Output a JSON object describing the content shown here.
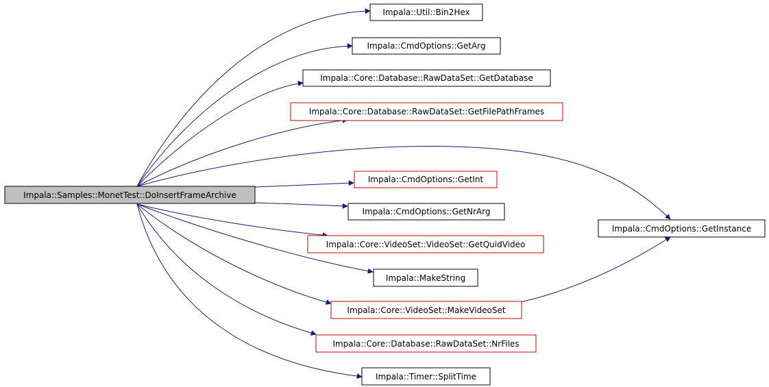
{
  "colors": {
    "edge": "#191970",
    "border_default": "#000000",
    "border_highlight": "#cc0000",
    "root_fill": "#bfbfbf",
    "node_fill": "#ffffff"
  },
  "root": {
    "label": "Impala::Samples::MonetTest::DoInsertFrameArchive"
  },
  "callees": [
    {
      "id": "bin2hex",
      "label": "Impala::Util::Bin2Hex",
      "border": "default"
    },
    {
      "id": "getarg",
      "label": "Impala::CmdOptions::GetArg",
      "border": "default"
    },
    {
      "id": "getdatabase",
      "label": "Impala::Core::Database::RawDataSet::GetDatabase",
      "border": "default"
    },
    {
      "id": "getfilepathframes",
      "label": "Impala::Core::Database::RawDataSet::GetFilePathFrames",
      "border": "highlight"
    },
    {
      "id": "getint",
      "label": "Impala::CmdOptions::GetInt",
      "border": "highlight"
    },
    {
      "id": "getnrarg",
      "label": "Impala::CmdOptions::GetNrArg",
      "border": "default"
    },
    {
      "id": "getquidvideo",
      "label": "Impala::Core::VideoSet::VideoSet::GetQuidVideo",
      "border": "highlight"
    },
    {
      "id": "makestring",
      "label": "Impala::MakeString",
      "border": "default"
    },
    {
      "id": "makevideoset",
      "label": "Impala::Core::VideoSet::MakeVideoSet",
      "border": "highlight"
    },
    {
      "id": "nrfiles",
      "label": "Impala::Core::Database::RawDataSet::NrFiles",
      "border": "highlight"
    },
    {
      "id": "splittime",
      "label": "Impala::Timer::SplitTime",
      "border": "default"
    },
    {
      "id": "getinstance",
      "label": "Impala::CmdOptions::GetInstance",
      "border": "default"
    }
  ],
  "edges": [
    {
      "from": "root",
      "to": "bin2hex"
    },
    {
      "from": "root",
      "to": "getarg"
    },
    {
      "from": "root",
      "to": "getdatabase"
    },
    {
      "from": "root",
      "to": "getfilepathframes"
    },
    {
      "from": "root",
      "to": "getinstance"
    },
    {
      "from": "root",
      "to": "getint"
    },
    {
      "from": "root",
      "to": "getnrarg"
    },
    {
      "from": "root",
      "to": "getquidvideo"
    },
    {
      "from": "root",
      "to": "makestring"
    },
    {
      "from": "root",
      "to": "makevideoset"
    },
    {
      "from": "root",
      "to": "nrfiles"
    },
    {
      "from": "root",
      "to": "splittime"
    },
    {
      "from": "makevideoset",
      "to": "getinstance"
    }
  ]
}
